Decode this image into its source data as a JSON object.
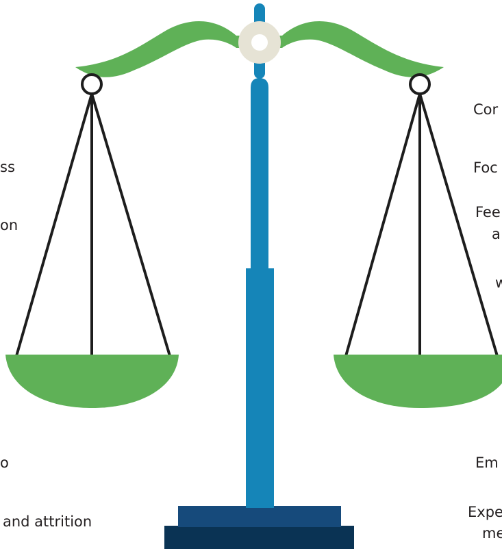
{
  "colors": {
    "beam": "#5fb157",
    "pans": "#5fb157",
    "pivot_ring": "#e6e3d5",
    "post": "#1585b8",
    "base_top": "#164a7b",
    "base_bottom": "#0a3354",
    "chains": "#1d1d1d",
    "text": "#231f20"
  },
  "left_labels": [
    "ss",
    "on",
    "o",
    "and attrition"
  ],
  "right_labels": [
    "Cor",
    "Foc",
    "Fee",
    "a",
    "w",
    "Em",
    "Expe",
    "me"
  ]
}
